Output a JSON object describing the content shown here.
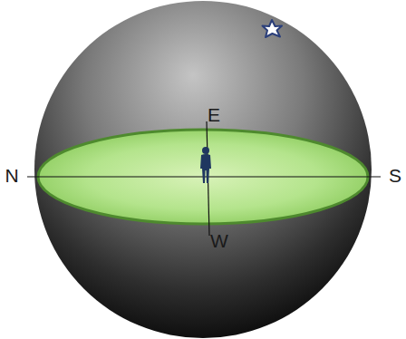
{
  "diagram": {
    "labels": [
      "E",
      "N",
      "S",
      "W"
    ]
  }
}
